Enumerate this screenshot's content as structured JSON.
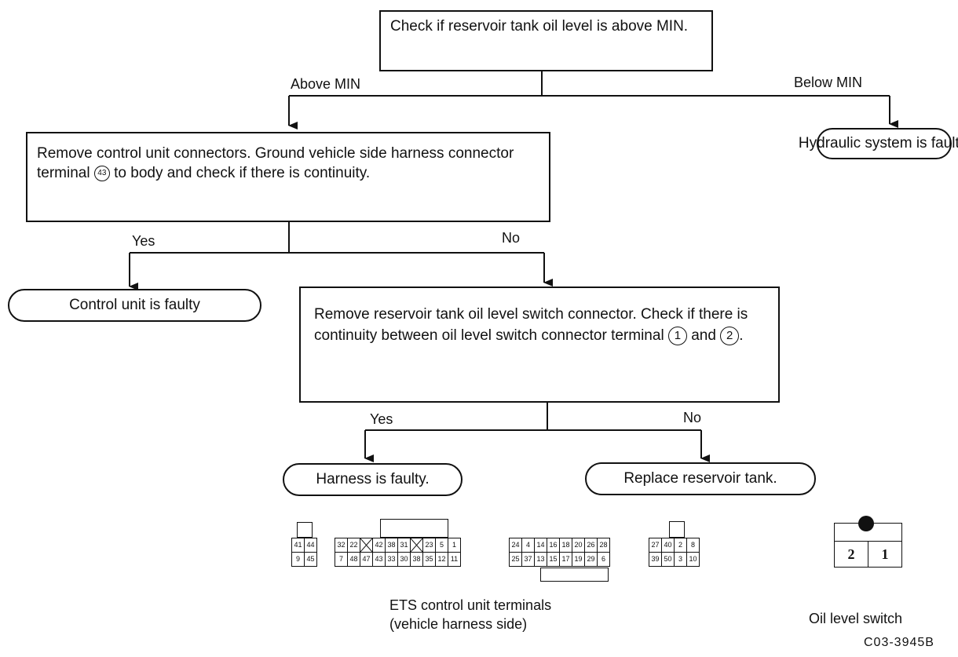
{
  "flowchart": {
    "start": "Check if reservoir tank oil level is above MIN.",
    "branch_above": "Above MIN",
    "branch_below": "Below MIN",
    "hydraulic_faulty": "Hydraulic system is faulty.",
    "step2_text_a": "Remove control unit connectors. Ground vehicle side harness connector terminal",
    "step2_terminal": "43",
    "step2_text_b": "to body and check if there is continuity.",
    "step2_yes": "Yes",
    "step2_no": "No",
    "control_faulty": "Control unit is faulty",
    "step3_text_a": "Remove reservoir tank oil level switch connector. Check if there is continuity between oil level switch connector terminal",
    "step3_term1": "1",
    "step3_and": "and",
    "step3_term2": "2",
    "step3_end": ".",
    "step3_yes": "Yes",
    "step3_no": "No",
    "harness_faulty": "Harness is faulty.",
    "replace_tank": "Replace reservoir tank."
  },
  "connectors": {
    "c1": {
      "top": [
        "41",
        "44"
      ],
      "bottom": [
        "9",
        "45"
      ]
    },
    "c2": {
      "top": [
        "32",
        "22",
        "",
        "42",
        "38",
        "31",
        "",
        "23",
        "5",
        "1"
      ],
      "bottom": [
        "7",
        "48",
        "47",
        "43",
        "33",
        "30",
        "38",
        "35",
        "12",
        "11"
      ]
    },
    "c3": {
      "top": [
        "24",
        "4",
        "14",
        "16",
        "18",
        "20",
        "26",
        "28"
      ],
      "bottom": [
        "25",
        "37",
        "13",
        "15",
        "17",
        "19",
        "29",
        "6"
      ]
    },
    "c4": {
      "top": [
        "27",
        "40",
        "2",
        "8"
      ],
      "bottom": [
        "39",
        "50",
        "3",
        "10"
      ]
    },
    "caption_line1": "ETS control unit terminals",
    "caption_line2": "(vehicle harness side)"
  },
  "oil_switch": {
    "cells": [
      "2",
      "1"
    ],
    "label": "Oil level switch"
  },
  "figure_code": "C03-3945B"
}
